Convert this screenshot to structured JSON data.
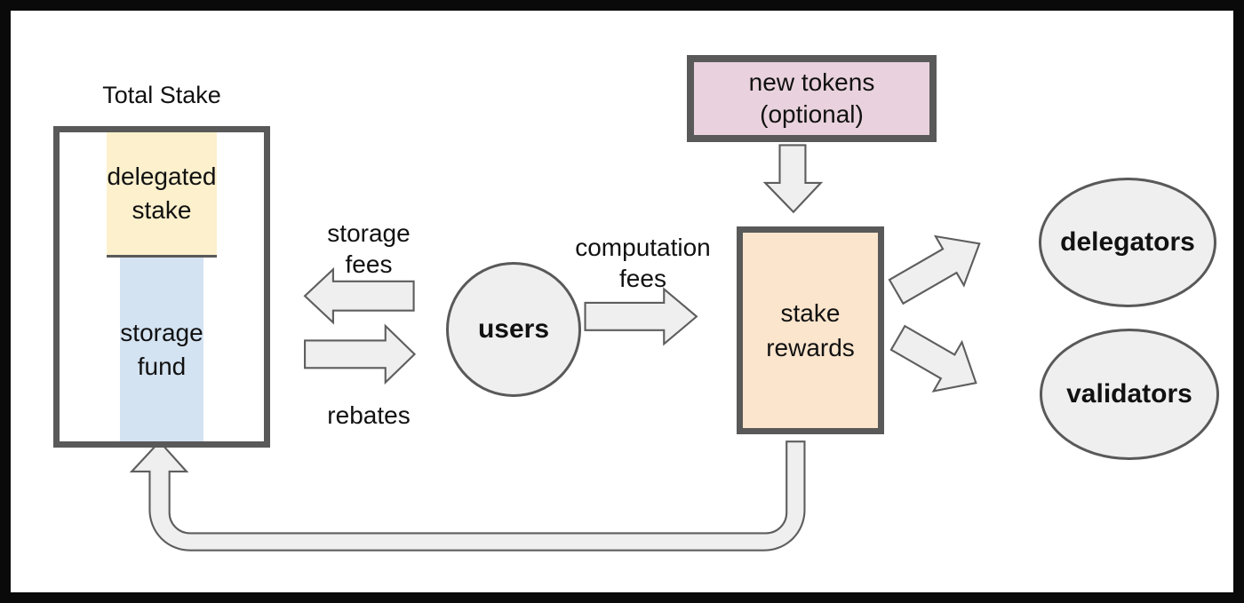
{
  "diagram": {
    "kind": "token-flow-diagram",
    "labels": {
      "total_stake": "Total Stake",
      "delegated_stake": "delegated\nstake",
      "storage_fund": "storage\nfund",
      "users": "users",
      "new_tokens": "new tokens\n(optional)",
      "stake_rewards": "stake\nrewards",
      "delegators": "delegators",
      "validators": "validators",
      "storage_fees": "storage\nfees",
      "rebates": "rebates",
      "computation_fees": "computation\nfees"
    },
    "flows": [
      {
        "from": "users",
        "to": "storage fund",
        "label": "storage fees"
      },
      {
        "from": "storage fund",
        "to": "users",
        "label": "rebates"
      },
      {
        "from": "users",
        "to": "stake rewards",
        "label": "computation fees"
      },
      {
        "from": "new tokens (optional)",
        "to": "stake rewards",
        "label": ""
      },
      {
        "from": "stake rewards",
        "to": "delegators",
        "label": ""
      },
      {
        "from": "stake rewards",
        "to": "validators",
        "label": ""
      },
      {
        "from": "stake rewards",
        "to": "total stake",
        "label": ""
      }
    ],
    "colors": {
      "background": "#ffffff",
      "frame_border": "#0a0a0a",
      "node_border": "#595959",
      "arrow_fill": "#efefef",
      "arrow_stroke": "#5e5e5e",
      "delegated_stake_fill": "#fcf0cd",
      "storage_fund_fill": "#d4e3f2",
      "new_tokens_fill": "#e9d2dd",
      "stake_rewards_fill": "#fbe5cd",
      "entity_fill": "#efefef"
    }
  }
}
